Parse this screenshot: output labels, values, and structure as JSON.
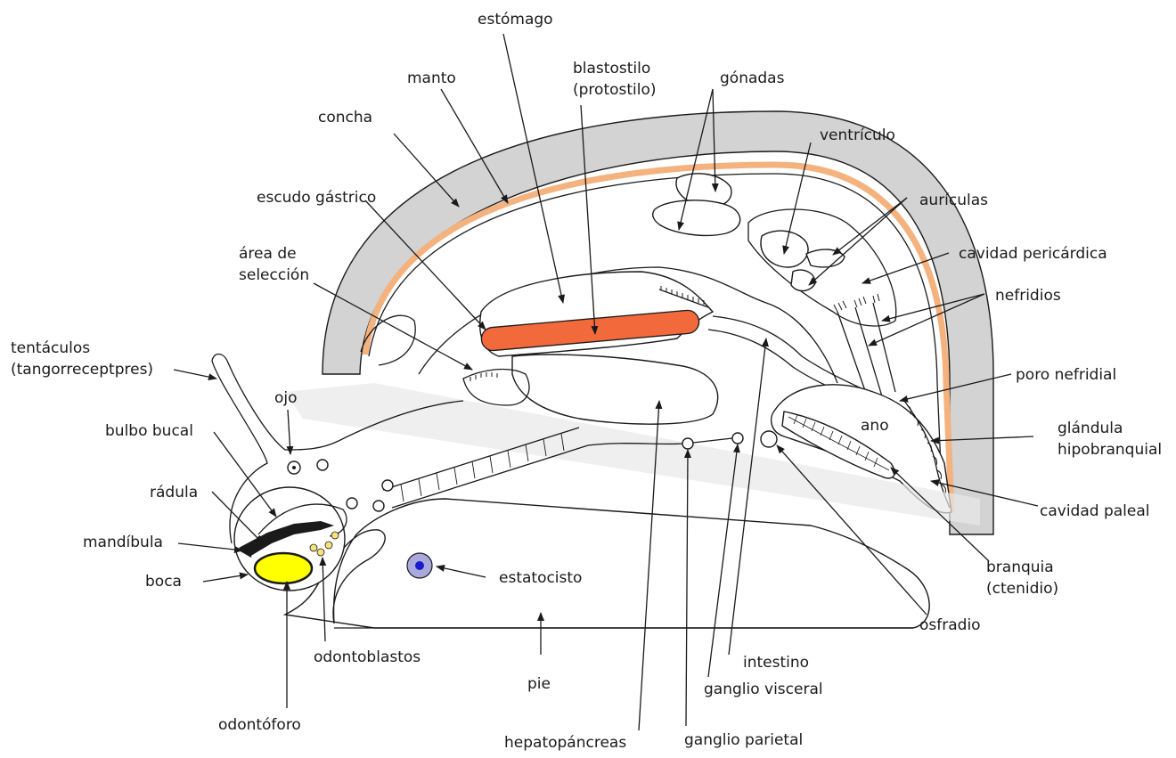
{
  "colors": {
    "shell": "#d3d3d3",
    "mantle": "#f4b27f",
    "style": "#f26a3c",
    "odontophore": "#ffff00",
    "statocyst_outer": "#a9a9dd",
    "statocyst_inner": "#1a1acc",
    "odontoblasts": "#f7e27a"
  },
  "labels": {
    "estomago": "estómago",
    "manto": "manto",
    "blastostilo_1": "blastostilo",
    "blastostilo_2": "(protostilo)",
    "gonadas": "gónadas",
    "concha": "concha",
    "ventriculo": "ventrículo",
    "escudo": "escudo gástrico",
    "auriculas": "aurículas",
    "area_1": "área de",
    "area_2": "selección",
    "cavidad_peri": "cavidad pericárdica",
    "nefridios": "nefridios",
    "tentaculos_1": "tentáculos",
    "tentaculos_2": "(tangorreceptpres)",
    "poro": "poro nefridial",
    "ojo": "ojo",
    "ano": "ano",
    "bulbo": "bulbo bucal",
    "glandula_1": "glándula",
    "glandula_2": "hipobranquial",
    "radula": "rádula",
    "cavidad_paleal": "cavidad paleal",
    "mandibula": "mandíbula",
    "branquia_1": "branquia",
    "branquia_2": "(ctenidio)",
    "boca": "boca",
    "estatocisto": "estatocisto",
    "osfradio": "osfradio",
    "odontoblastos": "odontoblastos",
    "intestino": "intestino",
    "pie": "pie",
    "ganglio_visceral": "ganglio visceral",
    "odontoforo": "odontóforo",
    "hepatopancreas": "hepatopáncreas",
    "ganglio_parietal": "ganglio parietal"
  }
}
